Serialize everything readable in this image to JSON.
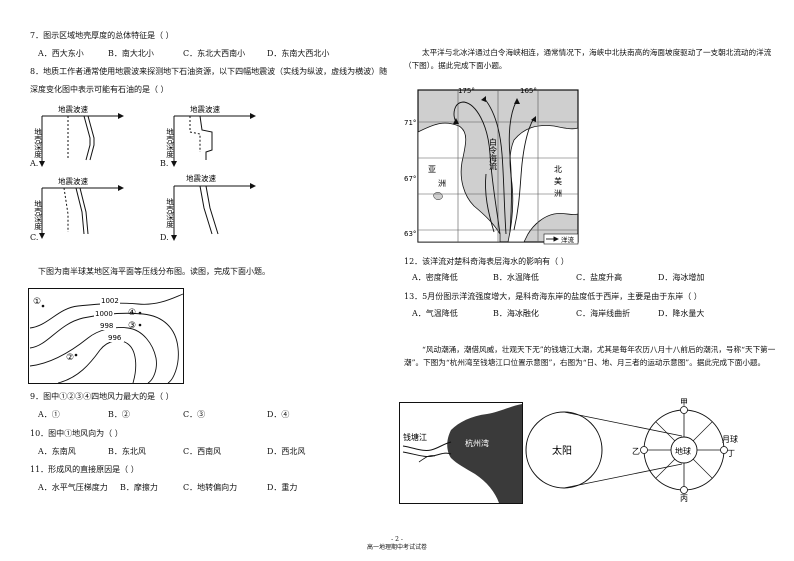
{
  "left": {
    "q7": {
      "text": "7．图示区域地壳厚度的总体特征是（ ）",
      "options": [
        "A．西大东小",
        "B．南大北小",
        "C．东北大西南小",
        "D．东南大西北小"
      ]
    },
    "q8": {
      "text": "8．地质工作者通常使用地震波来探测地下石油资源，以下四幅地震波（实线为纵波，虚线为横波）随",
      "text2": "深度变化图中表示可能有石油的是（ ）",
      "panels": [
        {
          "letter": "A.",
          "axis_x": "地震波速",
          "axis_y": "地壳深度"
        },
        {
          "letter": "B.",
          "axis_x": "地震波速",
          "axis_y": "地壳深度"
        },
        {
          "letter": "C.",
          "axis_x": "地震波速",
          "axis_y": "地壳深度"
        },
        {
          "letter": "D.",
          "axis_x": "地震波速",
          "axis_y": "地壳深度"
        }
      ]
    },
    "intro_pressure": "下图为南半球某地区海平面等压线分布图。读图，完成下面小题。",
    "isobar_map": {
      "labels": [
        "1002",
        "1000",
        "998",
        "996"
      ],
      "points": [
        "①",
        "②",
        "③",
        "④"
      ]
    },
    "q9": {
      "text": "9．图中①②③④四地风力最大的是（ ）",
      "options": [
        "A．①",
        "B．②",
        "C．③",
        "D．④"
      ]
    },
    "q10": {
      "text": "10．图中①地风向为（ ）",
      "options": [
        "A．东南风",
        "B．东北风",
        "C．西南风",
        "D．西北风"
      ]
    },
    "q11": {
      "text": "11．形成风的直接原因是（ ）",
      "options": [
        "A．水平气压梯度力",
        "B．摩擦力",
        "C．地转偏向力",
        "D．重力"
      ]
    }
  },
  "right": {
    "intro_bering": "太平洋与北冰洋通过白令海峡相连，通常情况下，海峡中北扶南高的海面坡度驱动了一支朝北流动的洋流（下图）。据此完成下面小题。",
    "bering_map": {
      "lon_labels": [
        "175°",
        "165°"
      ],
      "lat_labels": [
        "71°",
        "67°",
        "63°"
      ],
      "region_labels": [
        "亚",
        "洲",
        "北",
        "美",
        "洲"
      ],
      "current_name": "白令海流",
      "legend_label": "洋流"
    },
    "q12": {
      "text": "12．该洋流对楚科奇海表层海水的影响有（ ）",
      "options": [
        "A．密度降低",
        "B．水温降低",
        "C．盐度升高",
        "D．海冰增加"
      ]
    },
    "q13": {
      "text": "13．5月份图示洋流强度增大，是科奇海东岸的盐度低于西岸，主要是由于东岸（ ）",
      "options": [
        "A．气温降低",
        "B．海冰融化",
        "C．海岸线曲折",
        "D．降水量大"
      ]
    },
    "intro_tide": "“风动潮涌，潮借风威，壮观天下无”的钱塘江大潮，尤其是每年农历八月十八前后的潮汛，号称“天下第一潮”。下图为“杭州湾至钱塘江口位置示意图”，右图为“日、地、月三者的运动示意图”。据此完成下面小题。",
    "tide_map": {
      "river_label": "钱塘江",
      "bay_label": "杭州湾"
    },
    "orbit": {
      "sun": "太阳",
      "earth": "地球",
      "moon": "月球",
      "positions": [
        "甲",
        "乙",
        "丙",
        "丁"
      ]
    }
  },
  "footer": {
    "page": "- 2 -",
    "title": "高一地理期中考试试卷"
  }
}
